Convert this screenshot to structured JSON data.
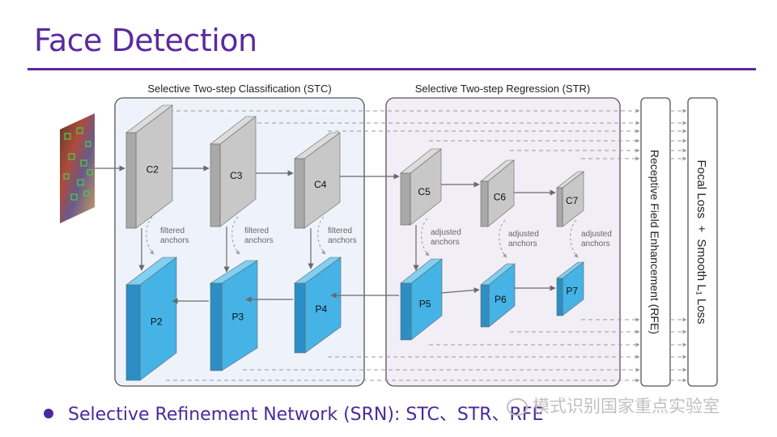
{
  "slide": {
    "title": "Face Detection",
    "bullet": "Selective Refinement Network (SRN): STC、STR、RFE",
    "watermark": "模式识别国家重点实验室"
  },
  "diagram": {
    "stc_label": "Selective Two-step Classification (STC)",
    "str_label": "Selective Two-step Regression (STR)",
    "rfe_label": "Receptive Field Enhancement (RFE)",
    "loss_label": "Focal Loss  +  Smooth L₁ Loss",
    "colors": {
      "gray_block": "#bdbdbd",
      "blue_block": "#3aa9dc",
      "stc_fill": "#eef3fb",
      "str_fill": "#f1eef6",
      "accent": "#5b2a9e"
    },
    "backbone_layers": [
      "C2",
      "C3",
      "C4",
      "C5",
      "C6",
      "C7"
    ],
    "pyramid_layers": [
      "P2",
      "P3",
      "P4",
      "P5",
      "P6",
      "P7"
    ],
    "stc_link_label": [
      "filtered",
      "anchors"
    ],
    "str_link_label": [
      "adjusted",
      "anchors"
    ]
  }
}
